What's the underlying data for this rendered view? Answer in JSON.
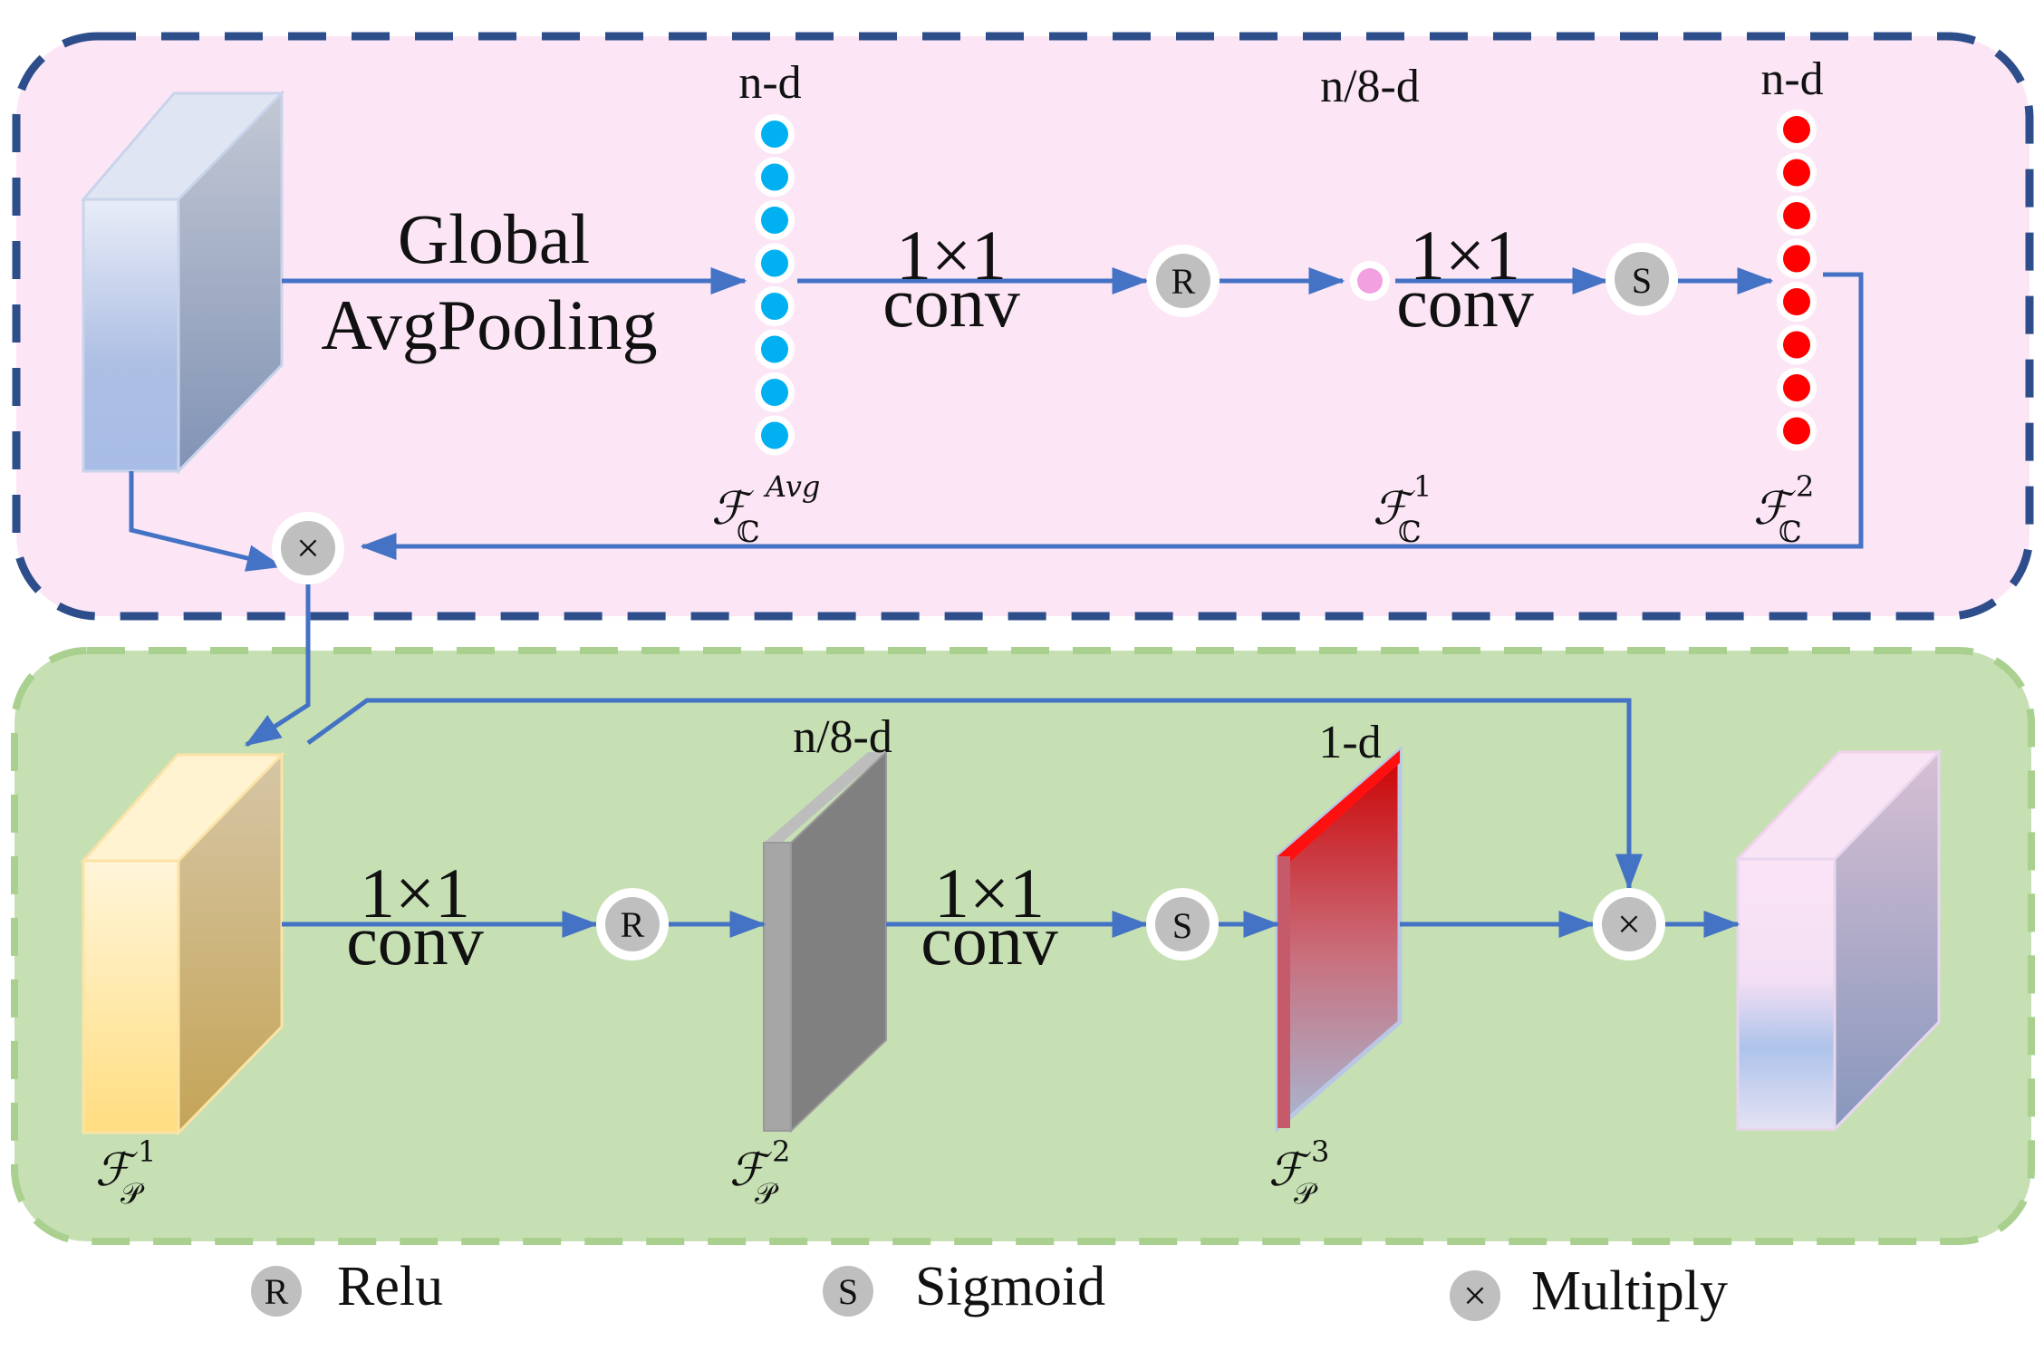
{
  "channel_module": {
    "pool_label_line1": "Global",
    "pool_label_line2": "AvgPooling",
    "dim_avg": "n-d",
    "dim_mid": "n/8-d",
    "dim_out": "n-d",
    "conv1_line1": "1×1",
    "conv1_line2": "conv",
    "conv2_line1": "1×1",
    "conv2_line2": "conv",
    "feature_avg": {
      "symbol": "ℱ",
      "sub": "ℂ",
      "sup": "Avg"
    },
    "feature_c1": {
      "symbol": "ℱ",
      "sub": "ℂ",
      "sup": "1"
    },
    "feature_c2": {
      "symbol": "ℱ",
      "sub": "ℂ",
      "sup": "2"
    },
    "relu_op": "R",
    "sigmoid_op": "S",
    "multiply_op": "×"
  },
  "spatial_module": {
    "conv1_line1": "1×1",
    "conv1_line2": "conv",
    "conv2_line1": "1×1",
    "conv2_line2": "conv",
    "dim_mid": "n/8-d",
    "dim_out": "1-d",
    "feature_p1": {
      "symbol": "ℱ",
      "sub": "𝒫",
      "sup": "1"
    },
    "feature_p2": {
      "symbol": "ℱ",
      "sub": "𝒫",
      "sup": "2"
    },
    "feature_p3": {
      "symbol": "ℱ",
      "sub": "𝒫",
      "sup": "3"
    },
    "relu_op": "R",
    "sigmoid_op": "S",
    "multiply_op": "×"
  },
  "legend": {
    "relu_symbol": "R",
    "relu_label": "Relu",
    "sigmoid_symbol": "S",
    "sigmoid_label": "Sigmoid",
    "multiply_symbol": "×",
    "multiply_label": "Multiply"
  },
  "colors": {
    "top_panel_fill": "#fce6f6",
    "top_panel_border": "#2d4e8a",
    "bottom_panel_fill": "#c6e0b4",
    "bottom_panel_border": "#a9d08e",
    "arrow": "#4472c4",
    "avg_dots": "#00b0f0",
    "out_dots": "#ff0000",
    "mid_dot": "#f2a0e0",
    "operator_circle": "#bfbfbf"
  }
}
